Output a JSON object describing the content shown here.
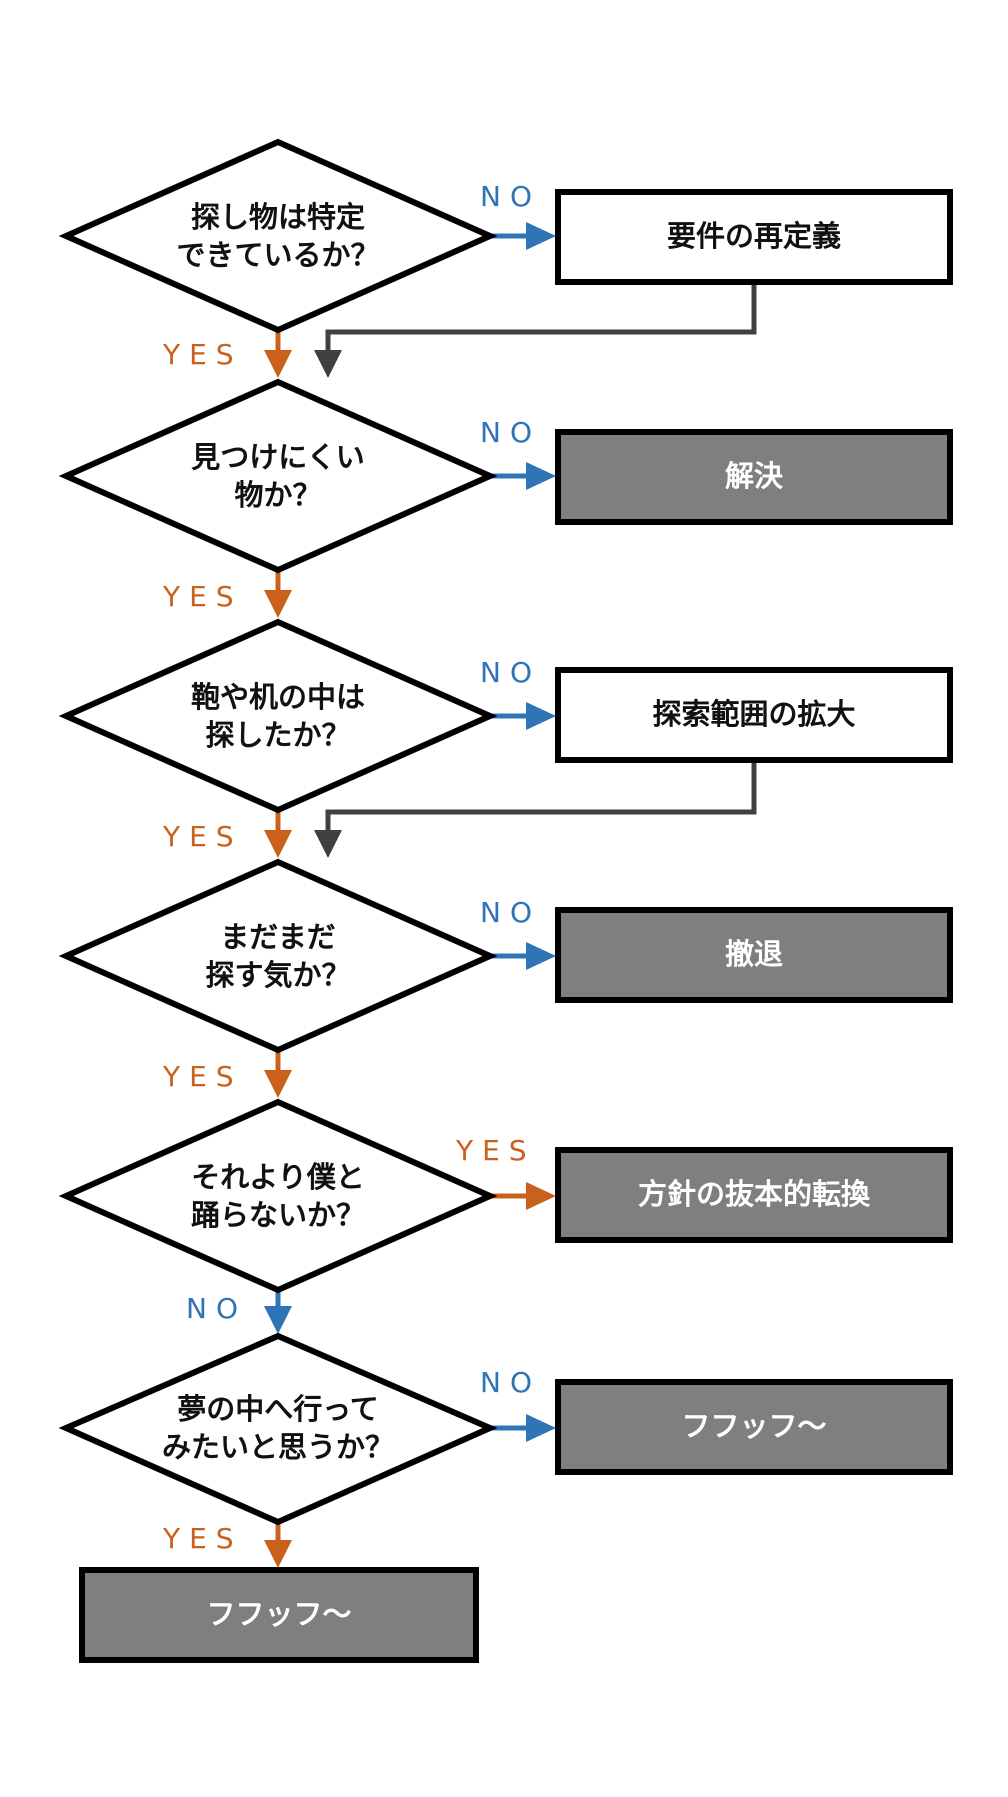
{
  "colors": {
    "yes": "#c9601b",
    "no": "#2f74b5",
    "connector": "#404040",
    "outline": "#000000",
    "filled_box": "#7f7f7f"
  },
  "decisions": [
    {
      "id": "d1",
      "lines": [
        "探し物は特定",
        "できているか？"
      ]
    },
    {
      "id": "d2",
      "lines": [
        "見つけにくい",
        "物か？"
      ]
    },
    {
      "id": "d3",
      "lines": [
        "鞄や机の中は",
        "探したか？"
      ]
    },
    {
      "id": "d4",
      "lines": [
        "まだまだ",
        "探す気か？"
      ]
    },
    {
      "id": "d5",
      "lines": [
        "それより僕と",
        "踊らないか？"
      ]
    },
    {
      "id": "d6",
      "lines": [
        "夢の中へ行って",
        "みたいと思うか？"
      ]
    }
  ],
  "outcomes": [
    {
      "id": "o1",
      "text": "要件の再定義",
      "style": "outline"
    },
    {
      "id": "o2",
      "text": "解決",
      "style": "filled"
    },
    {
      "id": "o3",
      "text": "探索範囲の拡大",
      "style": "outline"
    },
    {
      "id": "o4",
      "text": "撤退",
      "style": "filled"
    },
    {
      "id": "o5",
      "text": "方針の抜本的転換",
      "style": "filled"
    },
    {
      "id": "o6",
      "text": "フフッフ〜",
      "style": "filled"
    },
    {
      "id": "o7",
      "text": "フフッフ〜",
      "style": "filled"
    }
  ],
  "edge_labels": {
    "yes": "YES",
    "no": "NO"
  },
  "edges": [
    {
      "from": "d1",
      "to": "o1",
      "label": "no"
    },
    {
      "from": "d1",
      "to": "d2",
      "label": "yes"
    },
    {
      "from": "o1",
      "to": "d2",
      "label": ""
    },
    {
      "from": "d2",
      "to": "o2",
      "label": "no"
    },
    {
      "from": "d2",
      "to": "d3",
      "label": "yes"
    },
    {
      "from": "d3",
      "to": "o3",
      "label": "no"
    },
    {
      "from": "d3",
      "to": "d4",
      "label": "yes"
    },
    {
      "from": "o3",
      "to": "d4",
      "label": ""
    },
    {
      "from": "d4",
      "to": "o4",
      "label": "no"
    },
    {
      "from": "d4",
      "to": "d5",
      "label": "yes"
    },
    {
      "from": "d5",
      "to": "o5",
      "label": "yes"
    },
    {
      "from": "d5",
      "to": "d6",
      "label": "no"
    },
    {
      "from": "d6",
      "to": "o6",
      "label": "no"
    },
    {
      "from": "d6",
      "to": "o7",
      "label": "yes"
    }
  ]
}
